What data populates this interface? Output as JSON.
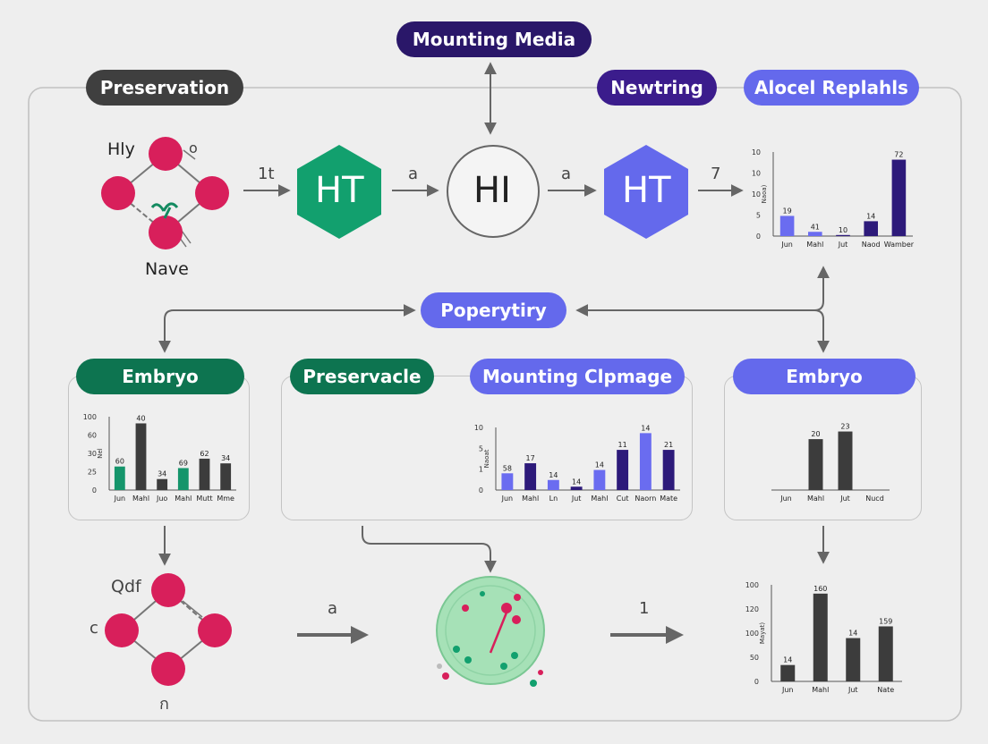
{
  "colors": {
    "dark_gray": "#3f3f3f",
    "navy": "#2a1769",
    "indigo": "#3b1c8c",
    "periwinkle": "#6469ec",
    "green": "#0d7450",
    "teal_hex": "#12a06e",
    "molecule": "#d81f5b",
    "bar_dark": "#3c3c3c",
    "bar_green": "#15956b",
    "bar_blue": "#6a6cf0",
    "bar_navy": "#2d1a7a"
  },
  "pills": {
    "mounting_media": "Mounting Media",
    "preservation": "Preservation",
    "newtring": "Newtring",
    "alocel_replahls": "Alocel Replahls",
    "poperytiry": "Poperytiry",
    "embryo_left": "Embryo",
    "preservacle": "Preservacle",
    "mounting_clpmage": "Mounting Clpmage",
    "embryo_right": "Embryo"
  },
  "molecule_top": {
    "label_top": "Hly",
    "label_bottom": "Nave",
    "mark_o": "o"
  },
  "molecule_bottom": {
    "label": "Qdf",
    "mark_left": "c",
    "mark_bottom": "ก"
  },
  "nodes": {
    "hex1": "HT",
    "circle": "HI",
    "hex2": "HT"
  },
  "edge_labels": {
    "e1": "1t",
    "e2": "a",
    "e3": "a",
    "e4": "7",
    "e5": "a",
    "e6": "1"
  },
  "chart_data": [
    {
      "type": "bar",
      "id": "top-right",
      "categories": [
        "Jun",
        "Mahl",
        "Jut",
        "Naod",
        "Wamber"
      ],
      "series": [
        {
          "values": [
            19,
            4,
            1,
            14,
            72
          ]
        }
      ],
      "data_labels": [
        "19",
        "41",
        "10",
        "14",
        "72"
      ],
      "ylabel": "Naoa)",
      "yticks": [
        "0",
        "5",
        "10",
        "10",
        "10"
      ],
      "bar_colors": [
        "#6a6cf0",
        "#6a6cf0",
        "#2d1a7a",
        "#2d1a7a",
        "#2d1a7a"
      ]
    },
    {
      "type": "bar",
      "id": "embryo-left",
      "categories": [
        "Jun",
        "Mahl",
        "Juo",
        "Mahl",
        "Mutt",
        "Mme"
      ],
      "series": [
        {
          "values": [
            30,
            85,
            14,
            28,
            40,
            34
          ]
        }
      ],
      "data_labels": [
        "60",
        "40",
        "34",
        "69",
        "62",
        "34"
      ],
      "ylabel": "Nel",
      "yticks": [
        "0",
        "25",
        "30",
        "60",
        "100"
      ],
      "bar_colors": [
        "#15956b",
        "#3c3c3c",
        "#3c3c3c",
        "#15956b",
        "#3c3c3c",
        "#3c3c3c"
      ]
    },
    {
      "type": "bar",
      "id": "mounting-clpmage",
      "categories": [
        "Jun",
        "Mahl",
        "Ln",
        "Jut",
        "Mahl",
        "Cut",
        "Naorn",
        "Mate"
      ],
      "series": [
        {
          "values": [
            5,
            8,
            3,
            1,
            6,
            12,
            17,
            12
          ]
        }
      ],
      "data_labels": [
        "58",
        "17",
        "14",
        "14",
        "14",
        "11",
        "14",
        "21"
      ],
      "ylabel": "Naoat",
      "yticks": [
        "0",
        "1",
        "5",
        "10"
      ],
      "bar_colors": [
        "#6a6cf0",
        "#2d1a7a",
        "#6a6cf0",
        "#2d1a7a",
        "#6a6cf0",
        "#2d1a7a",
        "#6a6cf0",
        "#2d1a7a"
      ]
    },
    {
      "type": "bar",
      "id": "embryo-right",
      "categories": [
        "Jun",
        "Mahl",
        "Jut",
        "Nucd"
      ],
      "series": [
        {
          "values": [
            0,
            20,
            23,
            0
          ]
        }
      ],
      "data_labels": [
        "",
        "20",
        "23",
        ""
      ],
      "ylabel": "",
      "yticks": [],
      "bar_colors": [
        "#3c3c3c",
        "#3c3c3c",
        "#3c3c3c",
        "#3c3c3c"
      ]
    },
    {
      "type": "bar",
      "id": "bottom-right",
      "categories": [
        "Jun",
        "Mahl",
        "Jut",
        "Nate"
      ],
      "series": [
        {
          "values": [
            14,
            75,
            37,
            47
          ]
        }
      ],
      "data_labels": [
        "14",
        "160",
        "14",
        "159"
      ],
      "ylabel": "Mayat)",
      "yticks": [
        "0",
        "50",
        "100",
        "120",
        "100"
      ],
      "bar_colors": [
        "#3c3c3c",
        "#3c3c3c",
        "#3c3c3c",
        "#3c3c3c"
      ]
    }
  ]
}
